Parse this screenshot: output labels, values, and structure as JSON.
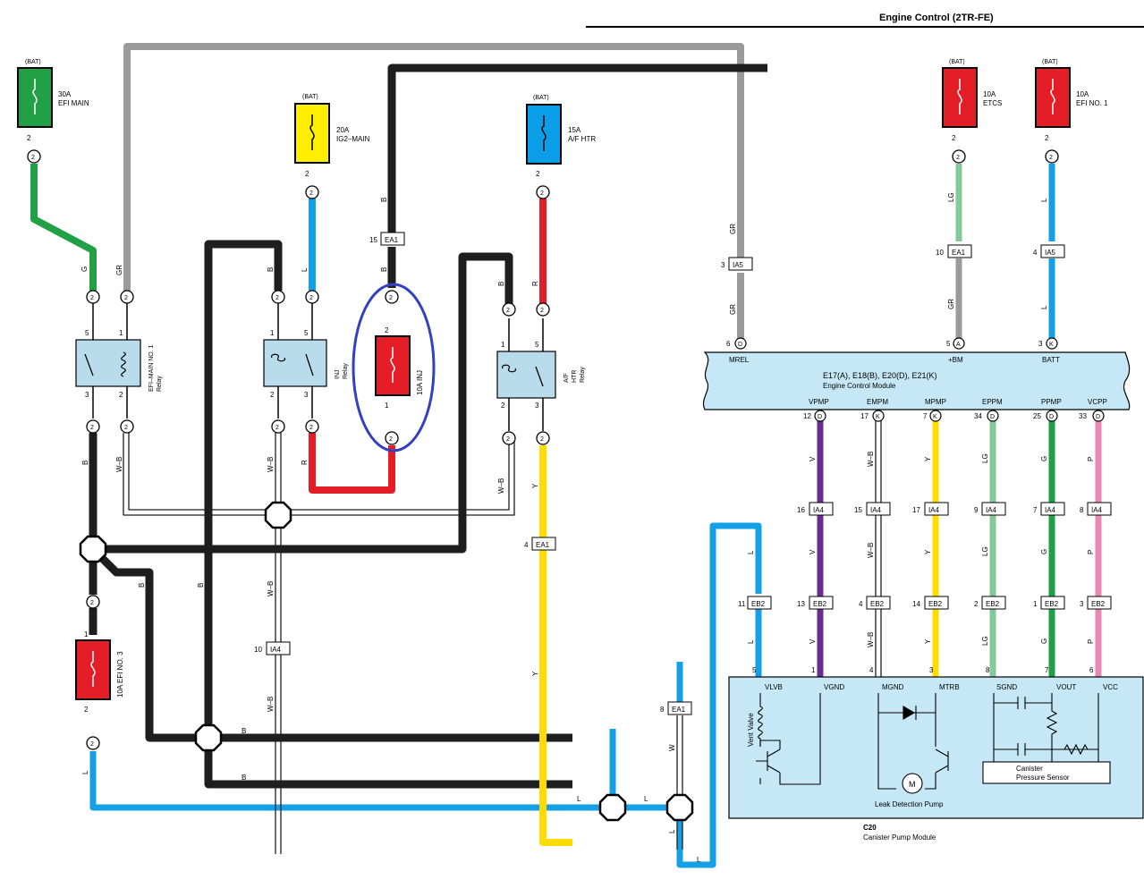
{
  "header": {
    "title": "Engine Control (2TR-FE)"
  },
  "bat": "(BAT)",
  "fuses": {
    "efi_main": {
      "rating": "30A",
      "name": "EFI MAIN",
      "color": "#22a045"
    },
    "ig2_main": {
      "rating": "20A",
      "name": "IG2–MAIN",
      "color": "#ffee00"
    },
    "af_htr": {
      "rating": "15A",
      "name": "A/F HTR",
      "color": "#0a9ee8"
    },
    "etcs": {
      "rating": "10A",
      "name": "ETCS",
      "color": "#e41e26"
    },
    "efi_no1": {
      "rating": "10A",
      "name": "EFI NO. 1",
      "color": "#e41e26"
    },
    "inj": {
      "label": "10A INJ",
      "color": "#e41e26"
    },
    "efi_no3": {
      "label": "10A EFI NO. 3",
      "color": "#e41e26"
    }
  },
  "relays": {
    "efi_main_no1": {
      "name": "EFI–MAIN NO. 1",
      "sub": "Relay"
    },
    "inj": {
      "name": "INJ",
      "sub": "Relay"
    },
    "af_htr": {
      "name1": "A/F",
      "name2": "HTR",
      "sub": "Relay"
    }
  },
  "connectors": {
    "ea1": "EA1",
    "ia5": "IA5",
    "ia4": "IA4",
    "eb2": "EB2"
  },
  "pins": {
    "one": "1",
    "two": "2",
    "three": "3",
    "four": "4",
    "five": "5",
    "six": "6",
    "seven": "7",
    "eight": "8",
    "nine": "9",
    "ten": "10",
    "eleven": "11",
    "twelve": "12",
    "thirteen": "13",
    "fourteen": "14",
    "fifteen": "15",
    "sixteen": "16",
    "seventeen": "17",
    "twentyfive": "25",
    "thirtythree": "33",
    "thirtyfour": "34",
    "D": "D",
    "A": "A",
    "K": "K"
  },
  "wire_labels": {
    "B": "B",
    "G": "G",
    "GR": "GR",
    "L": "L",
    "R": "R",
    "W_B": "W–B",
    "Y": "Y",
    "LG": "LG",
    "V": "V",
    "P": "P",
    "W": "W"
  },
  "ecm": {
    "line1": "E17(A), E18(B), E20(D), E21(K)",
    "line2": "Engine Control Module",
    "top_pins": [
      "MREL",
      "+BM",
      "BATT"
    ],
    "bottom_pins": [
      "VPMP",
      "EMPM",
      "MPMP",
      "EPPM",
      "PPMP",
      "VCPP"
    ]
  },
  "pump_module": {
    "code": "C20",
    "name": "Canister Pump Module",
    "terminals": [
      "VLVB",
      "VGND",
      "MGND",
      "MTRB",
      "SGND",
      "VOUT",
      "VCC"
    ],
    "vent_valve": "Vent Valve",
    "leak_pump": "Leak Detection Pump",
    "motor": "M",
    "sensor1": "Canister",
    "sensor2": "Pressure Sensor"
  },
  "colors": {
    "black": "#1e1e1e",
    "gray": "#9b9b9b",
    "green": "#22a045",
    "blue": "#14a0e6",
    "red": "#e41e26",
    "yellow": "#ffdc00",
    "lightgreen": "#85c99a",
    "purple": "#6a2c91",
    "darkgreen": "#1f9f48",
    "pink": "#e889b8",
    "panel": "#c6e8f6",
    "highlight": "#3340c0"
  }
}
